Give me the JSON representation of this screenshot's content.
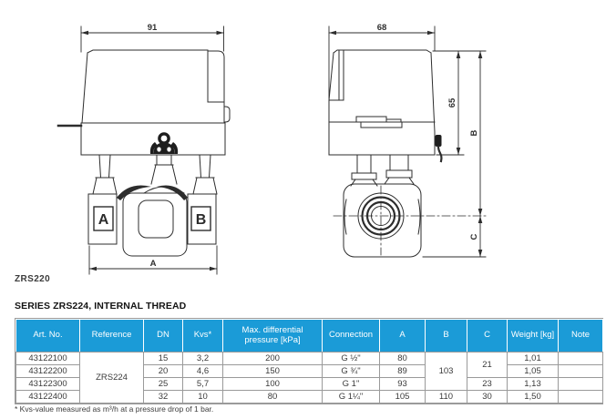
{
  "drawings": {
    "left": {
      "label": "ZRS220",
      "dim_width": "91",
      "dim_bottom": "A",
      "port_left": "A",
      "port_right": "B"
    },
    "right": {
      "dim_width": "68",
      "dim_actuator_height": "65",
      "dim_total_height": "B",
      "dim_center_to_bottom": "C"
    }
  },
  "section": {
    "title": "SERIES ZRS224, INTERNAL THREAD",
    "footnote": "* Kvs-value measured as m³/h at a pressure drop of 1 bar."
  },
  "table": {
    "headers": [
      "Art. No.",
      "Reference",
      "DN",
      "Kvs*",
      "Max. differential pressure [kPa]",
      "Connection",
      "A",
      "B",
      "C",
      "Weight [kg]",
      "Note"
    ],
    "reference": "ZRS224",
    "rows": [
      {
        "art_no": "43122100",
        "dn": "15",
        "kvs": "3,2",
        "pressure": "200",
        "connection": "G ½\"",
        "a": "80",
        "b": "103",
        "c": "21",
        "weight": "1,01",
        "note": ""
      },
      {
        "art_no": "43122200",
        "dn": "20",
        "kvs": "4,6",
        "pressure": "150",
        "connection": "G ¾\"",
        "a": "89",
        "b": "",
        "c": "",
        "weight": "1,05",
        "note": ""
      },
      {
        "art_no": "43122300",
        "dn": "25",
        "kvs": "5,7",
        "pressure": "100",
        "connection": "G 1\"",
        "a": "93",
        "b": "",
        "c": "23",
        "weight": "1,13",
        "note": ""
      },
      {
        "art_no": "43122400",
        "dn": "32",
        "kvs": "10",
        "pressure": "80",
        "connection": "G 1¼\"",
        "a": "105",
        "b": "110",
        "c": "30",
        "weight": "1,50",
        "note": ""
      }
    ]
  },
  "colors": {
    "header_bg": "#1b9bd7",
    "header_text": "#ffffff",
    "table_border": "#9a9a9a",
    "body_text": "#3a3a3a",
    "line": "#2d2d2d"
  }
}
